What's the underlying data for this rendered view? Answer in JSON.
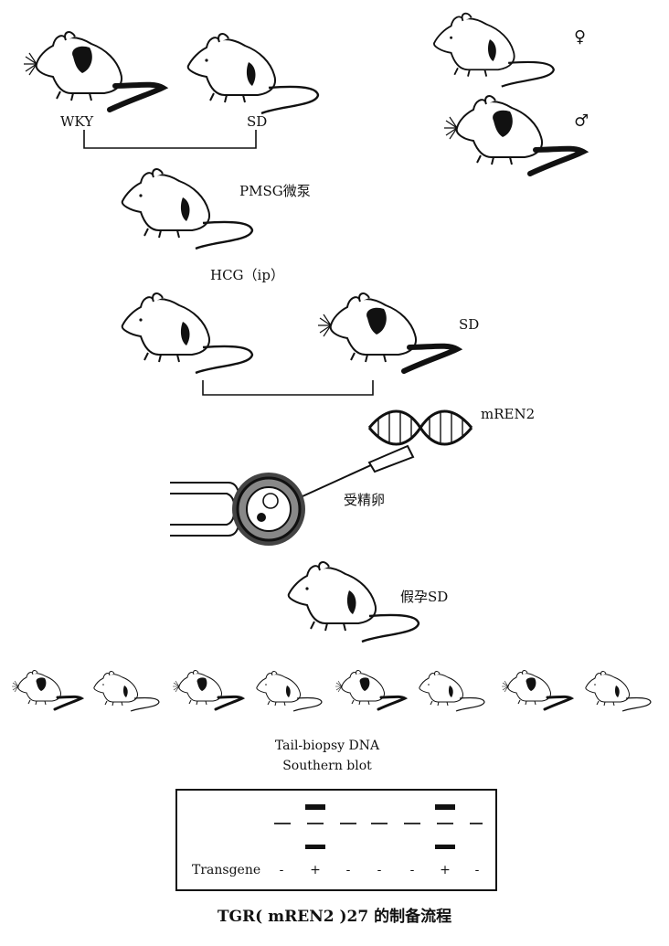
{
  "labels": {
    "wky": "WKY",
    "sd_parent": "SD",
    "female": "♀",
    "male": "♂",
    "pmsg": "PMSG微泵",
    "hcg": "HCG（ip）",
    "sd_male": "SD",
    "mren2": "mREN2",
    "fertilized_egg": "受精卵",
    "pseudopregnant": "假孕SD",
    "tail_biopsy": "Tail-biopsy DNA",
    "southern_blot": "Southern blot",
    "transgene": "Transgene"
  },
  "transgene_results": [
    "-",
    "+",
    "-",
    "-",
    "-",
    "+",
    "-"
  ],
  "title": "TGR( mREN2 )27 的制备流程"
}
